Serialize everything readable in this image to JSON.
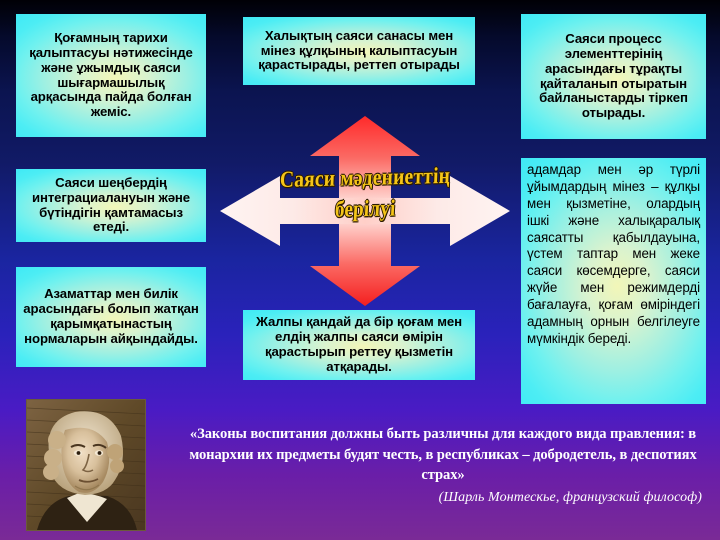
{
  "slide": {
    "title": "Саяси мәдениеттің берілуі",
    "background_colors": {
      "top": "#000005",
      "mid": "#1a25a0",
      "bottom": "#7a2a96"
    }
  },
  "center_graphic": {
    "name": "four-way-arrow",
    "wordart_line1": "Саяси мәдениеттің",
    "wordart_line2": "берілуі",
    "wordart_color": "#f5c518",
    "arrow_vertical_color": "#f42f2f",
    "arrow_horizontal_color": "#fbe3e3"
  },
  "boxes": {
    "fill_color": "#4dedf4",
    "top_left": "Қоғамның тарихи қалыптасуы нәтижесінде және ұжымдық саяси шығармашылық арқасында пайда болған жеміс.",
    "top_center": "Халықтың саяси санасы мен мінез құлқының калыптасуын қарастырады, реттеп отырады",
    "top_right": "Саяси процесс элементтерінің арасындағы тұрақты қайталанып отыратын байланыстарды тіркеп отырады.",
    "middle_left": "Саяси шеңбердің интеграциалануын және бүтіндігін қамтамасыз етеді.",
    "bottom_left": "Азаматтар мен билік арасындағы болып жатқан қарымқатынастың нормаларын айқындайды.",
    "bottom_center": "Жалпы қандай да бір қоғам мен елдің жалпы саяси өмірін қарастырып реттеу қызметін атқарады.",
    "middle_right": "адамдар мен әр түрлі ұйымдардың мінез – құлқы мен қызметіне, олардың ішкі және халықаралық саясатты қабылдауына, үстем таптар мен жеке саяси көсемдерге, саяси жүйе мен режимдерді бағалауға, қоғам өміріндегі адамның орнын белгілеуге мүмкіндік береді."
  },
  "quote": {
    "text": "«Законы воспитания должны быть различны для каждого вида правления: в монархии их предметы будят честь, в республиках – добродетель, в деспотиях страх»",
    "attribution": "(Шарль Монтескье, французский философ)",
    "color": "#ffffff"
  },
  "portrait": {
    "name": "montesquieu-portrait",
    "caption": ""
  }
}
